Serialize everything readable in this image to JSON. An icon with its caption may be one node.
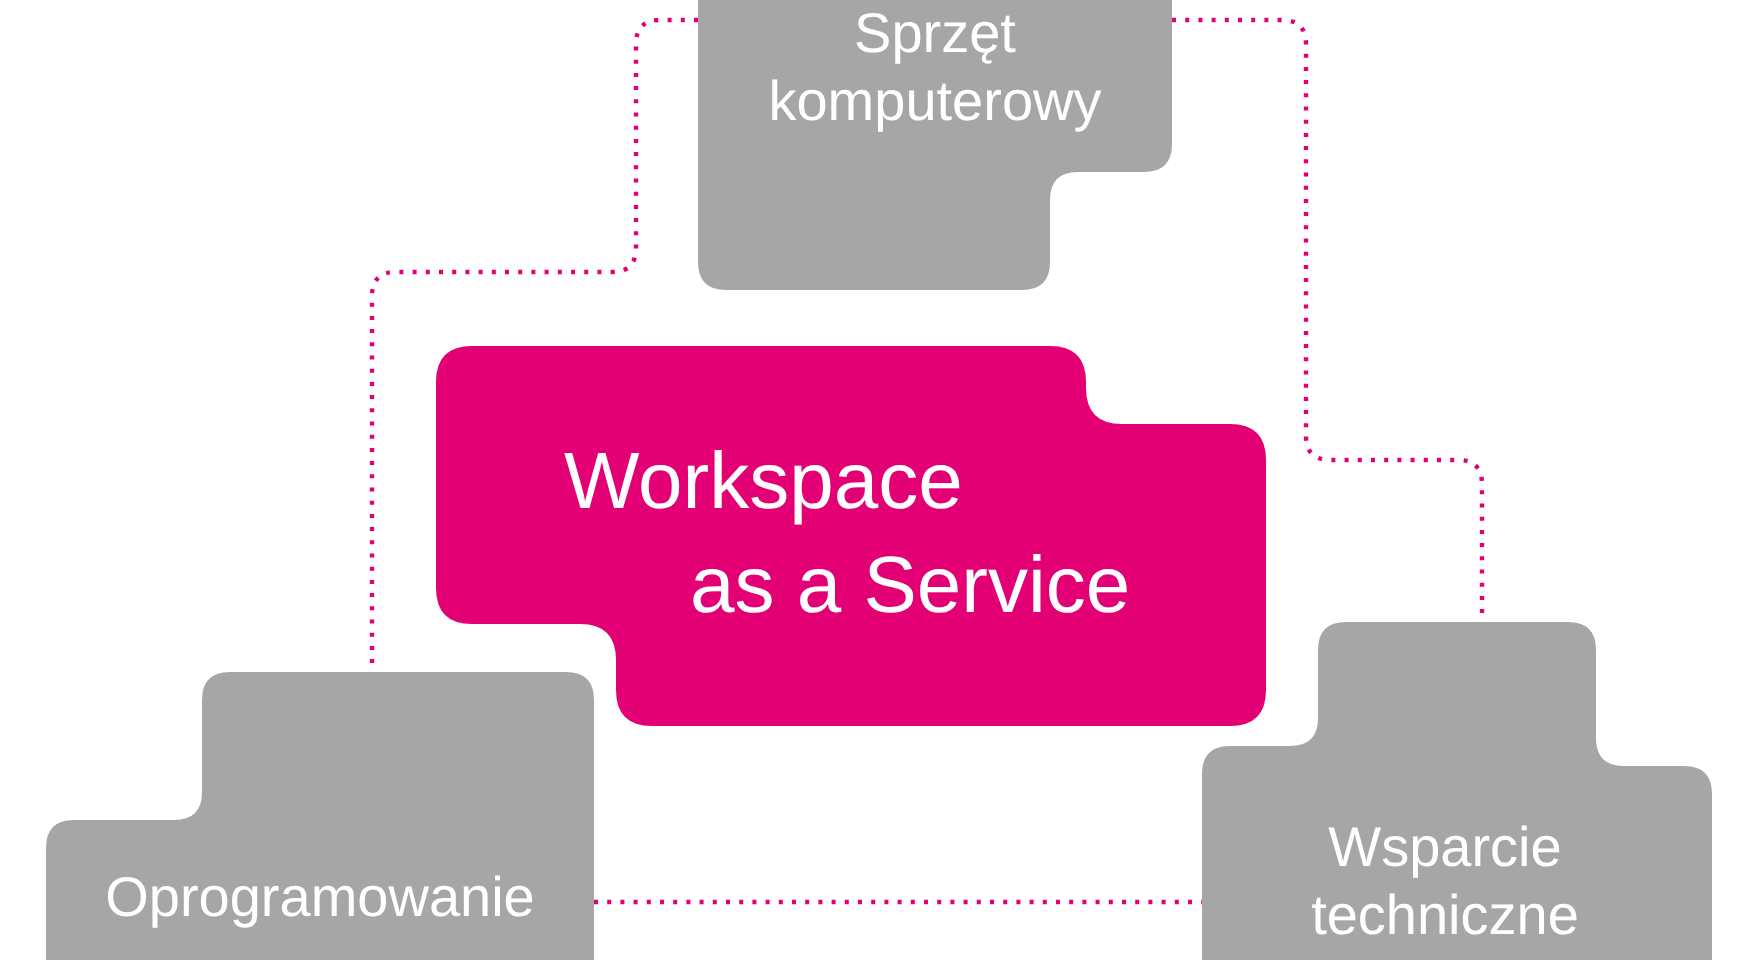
{
  "diagram": {
    "nodes": [
      {
        "text": [
          "Sprzęt komputerowy"
        ]
      },
      {
        "text": [
          "Workspace as a Service"
        ]
      },
      {
        "text": [
          "Oprogramowanie"
        ]
      },
      {
        "text": [
          "Wsparcie techniczne"
        ]
      }
    ],
    "edges": [
      {
        "from": 0,
        "to": 2,
        "arrow": "none",
        "style": "dashed"
      },
      {
        "from": 0,
        "to": 3,
        "arrow": "none",
        "style": "dashed"
      },
      {
        "from": 2,
        "to": 3,
        "arrow": "none",
        "style": "dashed"
      }
    ]
  }
}
